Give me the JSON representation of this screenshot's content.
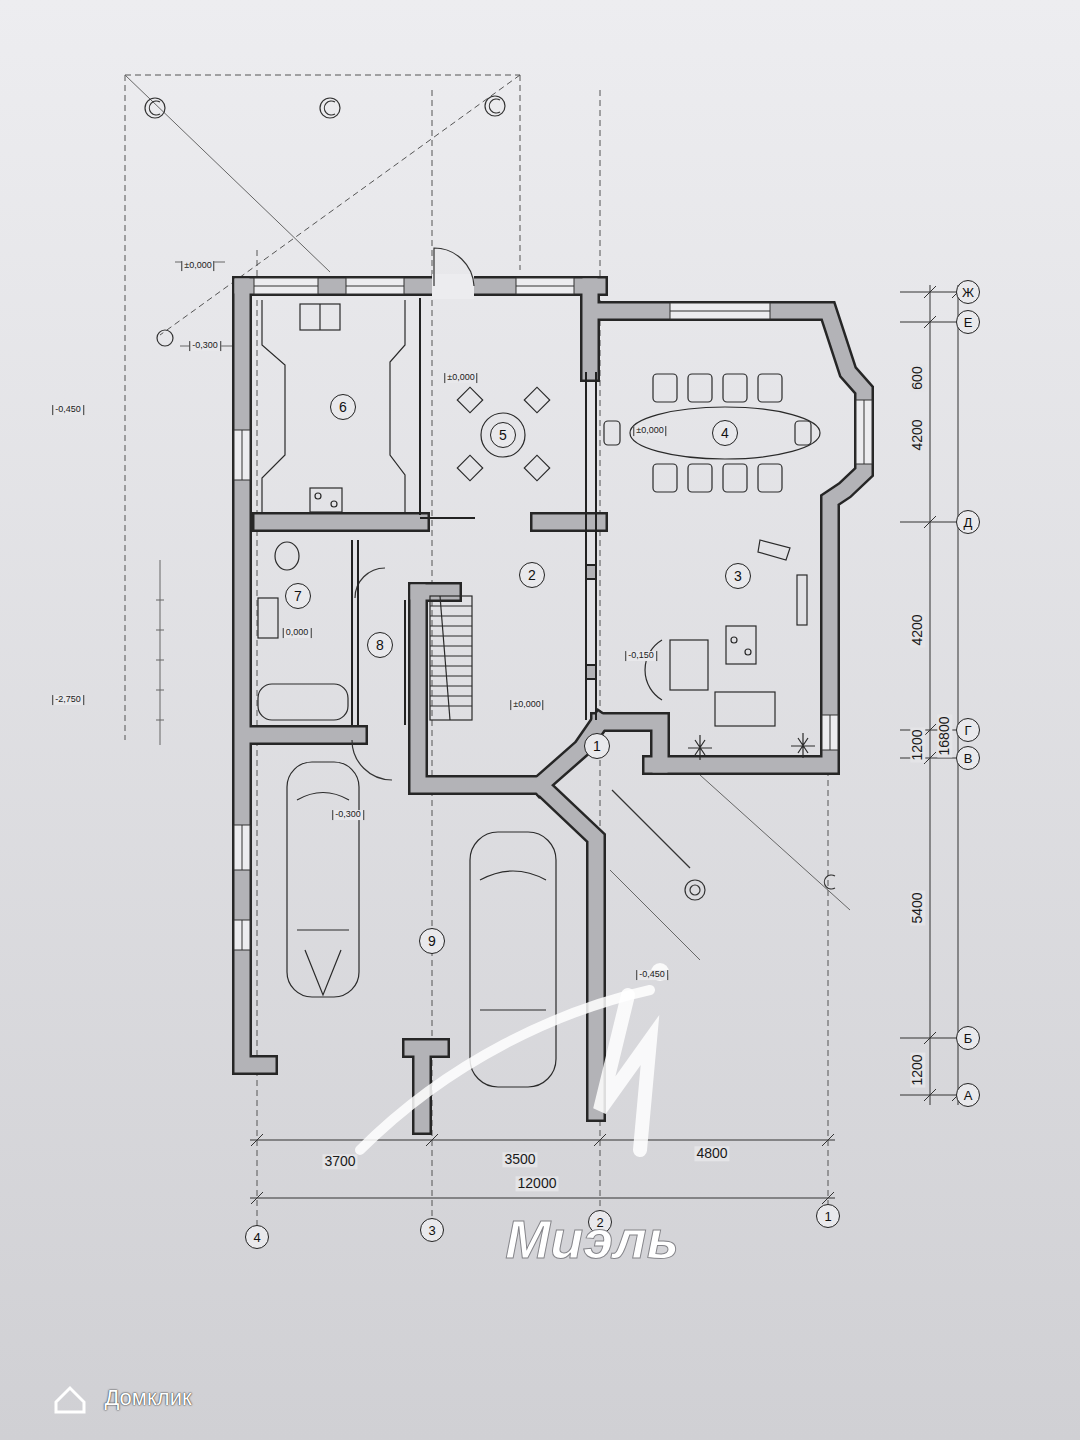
{
  "diagram": {
    "nodes": [
      {
        "text": [
          "6"
        ]
      },
      {
        "text": [
          "5"
        ]
      },
      {
        "text": [
          "4"
        ]
      },
      {
        "text": [
          "7"
        ]
      },
      {
        "text": [
          "2"
        ]
      },
      {
        "text": [
          "3"
        ]
      },
      {
        "text": [
          "8"
        ]
      },
      {
        "text": [
          "1"
        ]
      },
      {
        "text": [
          "9"
        ]
      },
      {
        "text": [
          "Ж"
        ]
      },
      {
        "text": [
          "Е"
        ]
      },
      {
        "text": [
          "Д"
        ]
      },
      {
        "text": [
          "Г"
        ]
      },
      {
        "text": [
          "В"
        ]
      },
      {
        "text": [
          "Б"
        ]
      },
      {
        "text": [
          "А"
        ]
      },
      {
        "text": [
          "4"
        ]
      },
      {
        "text": [
          "3"
        ]
      },
      {
        "text": [
          "2"
        ]
      },
      {
        "text": [
          "1"
        ]
      }
    ],
    "labels": [
      "±0,000",
      "-0,300",
      "-0,450",
      "±0,000",
      "±0,000",
      "0,000",
      "-0,150",
      "-2,750",
      "±0,000",
      "-0,300",
      "-0,450",
      "600",
      "4200",
      "4200",
      "16800",
      "1200",
      "5400",
      "1200",
      "3700",
      "3500",
      "4800",
      "12000",
      "Миэль",
      "Домклик"
    ]
  }
}
